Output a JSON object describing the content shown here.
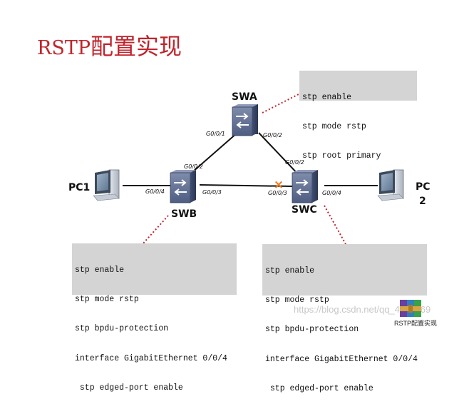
{
  "title": {
    "latin": "RSTP",
    "cjk": "配置实现"
  },
  "devices": {
    "swa": "SWA",
    "swb": "SWB",
    "swc": "SWC",
    "pc1": "PC1",
    "pc2_line1": "PC",
    "pc2_line2": "2"
  },
  "ports": {
    "swa_left": "G0/0/1",
    "swa_right": "G0/0/2",
    "swb_top": "G0/0/2",
    "swb_left": "G0/0/4",
    "swb_right": "G0/0/3",
    "swc_top": "G0/0/2",
    "swc_left": "G0/0/3",
    "swc_right": "G0/0/4"
  },
  "blocked_port_marker": "×",
  "config": {
    "swa": [
      "stp enable",
      "stp mode rstp",
      "stp root primary"
    ],
    "swb": [
      "stp enable",
      "stp mode rstp",
      "stp bpdu-protection",
      "interface GigabitEthernet 0/0/4",
      " stp edged-port enable"
    ],
    "swc": [
      "stp enable",
      "stp mode rstp",
      "stp bpdu-protection",
      "interface GigabitEthernet 0/0/4",
      " stp edged-port enable"
    ]
  },
  "watermark": {
    "text": "https://blog.csdn.net/qq_4496169",
    "icon_label": "RSTP配置实现",
    "icon_name": "winrar-archive-icon"
  },
  "colors": {
    "title": "#c0242c",
    "callout_line": "#c0242c",
    "blocked_marker": "#f07a1a",
    "config_bg": "#d4d4d4"
  }
}
